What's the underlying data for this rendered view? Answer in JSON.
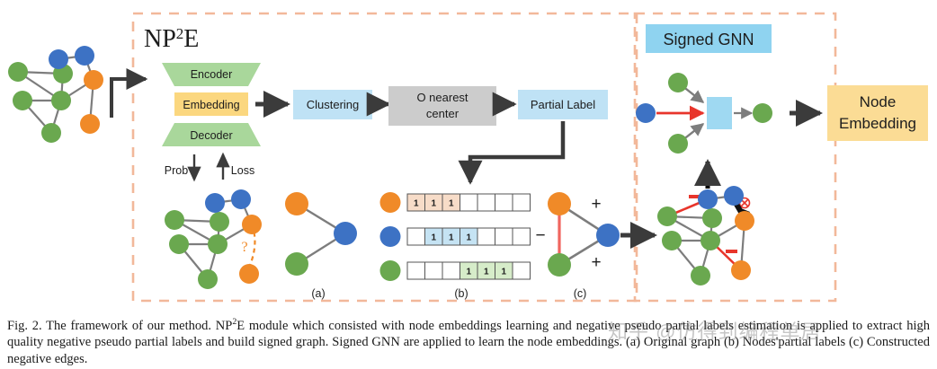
{
  "figure": {
    "np2e_title": "NP²E",
    "np2e_title_plain": "NP2E",
    "signed_gnn_title": "Signed GNN",
    "blocks": {
      "encoder": "Encoder",
      "embedding": "Embedding",
      "decoder": "Decoder",
      "clustering": "Clustering",
      "nearest_center_line1": "O nearest",
      "nearest_center_line2": "center",
      "partial_label": "Partial Label",
      "node_embedding_line1": "Node",
      "node_embedding_line2": "Embedding"
    },
    "arrow_labels": {
      "prob": "Prob",
      "loss": "Loss",
      "unknown_node": "?"
    },
    "subfigure_labels": {
      "a": "(a)",
      "b": "(b)",
      "c": "(c)"
    },
    "edge_signs": {
      "c_minus": "−",
      "c_plus_top": "+",
      "c_plus_bottom": "+"
    },
    "matrix": {
      "cell_value": "1",
      "columns": 7,
      "rows": [
        {
          "node_color": "orange",
          "filled": [
            0,
            1,
            2
          ]
        },
        {
          "node_color": "blue",
          "filled": [
            1,
            2,
            3
          ]
        },
        {
          "node_color": "green",
          "filled": [
            3,
            4,
            5
          ]
        }
      ]
    },
    "colors": {
      "green_node": "#6aa84f",
      "blue_node": "#3d72c4",
      "orange_node": "#f08a28",
      "edge_gray": "#7d7d7d",
      "edge_red": "#e8352b",
      "encoder_green": "#a9d79b",
      "embedding_yellow": "#fbd77f",
      "block_blue": "#bfe2f5",
      "block_gray": "#cccccc",
      "node_embedding_yellow": "#fbdc95",
      "dashed_border": "#f2b89a",
      "arrow_dark": "#3b3b3b",
      "matrix_fill_orange": "#f7dcc8",
      "matrix_fill_blue": "#c5e3f3",
      "matrix_fill_green": "#d6ecc9",
      "matrix_stroke": "#555555"
    }
  },
  "caption": {
    "prefix": "Fig. 2.",
    "text_part1": "The framework of our method. NP",
    "sup": "2",
    "text_part2": "E module which consisted with node embeddings learning and negative pseudo partial labels estimation is applied to extract high quality negative pseudo partial labels and build signed graph. Signed GNN are applied to learn the node embeddings. (a) Original graph (b) Nodes'partial labels (c) Constructed negative edges."
  },
  "watermark": {
    "text": "知乎 @仿得到编程单居"
  }
}
